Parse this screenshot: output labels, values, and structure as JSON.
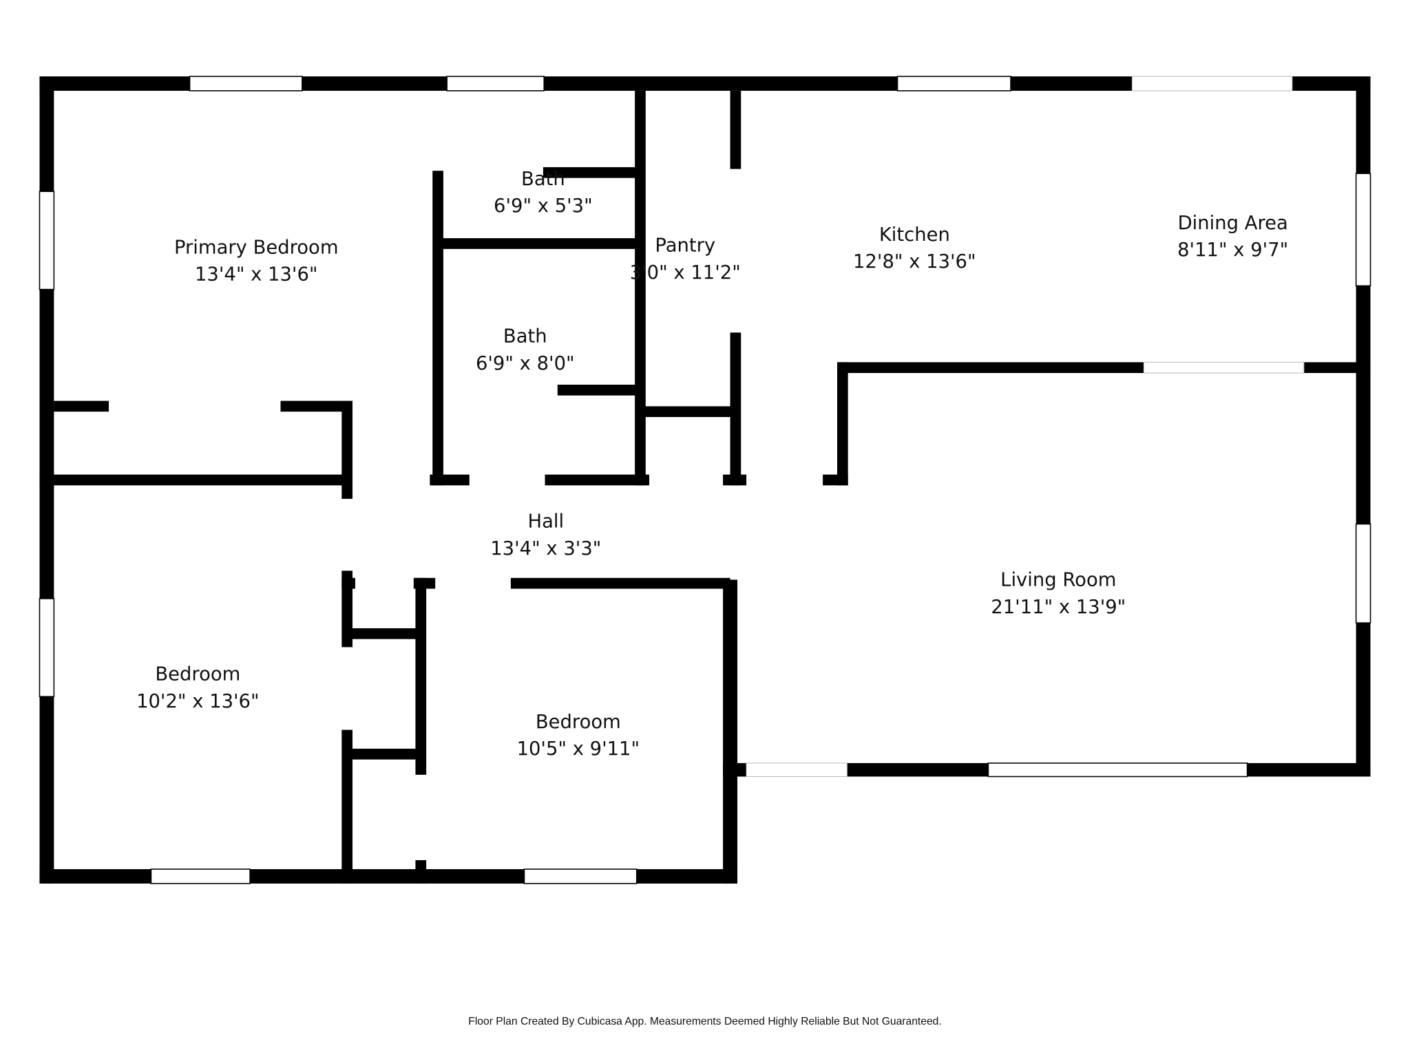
{
  "rooms": [
    {
      "name": "Primary Bedroom",
      "size": "13'4\" x 13'6\""
    },
    {
      "name": "Bath",
      "size": "6'9\" x 5'3\""
    },
    {
      "name": "Bath",
      "size": "6'9\" x 8'0\""
    },
    {
      "name": "Pantry",
      "size": "3'0\" x 11'2\""
    },
    {
      "name": "Kitchen",
      "size": "12'8\" x 13'6\""
    },
    {
      "name": "Dining Area",
      "size": "8'11\" x 9'7\""
    },
    {
      "name": "Hall",
      "size": "13'4\" x 3'3\""
    },
    {
      "name": "Living Room",
      "size": "21'11\" x 13'9\""
    },
    {
      "name": "Bedroom",
      "size": "10'2\" x 13'6\""
    },
    {
      "name": "Bedroom",
      "size": "10'5\" x 9'11\""
    }
  ],
  "footer": "Floor Plan Created By Cubicasa App. Measurements Deemed Highly Reliable But Not Guaranteed."
}
